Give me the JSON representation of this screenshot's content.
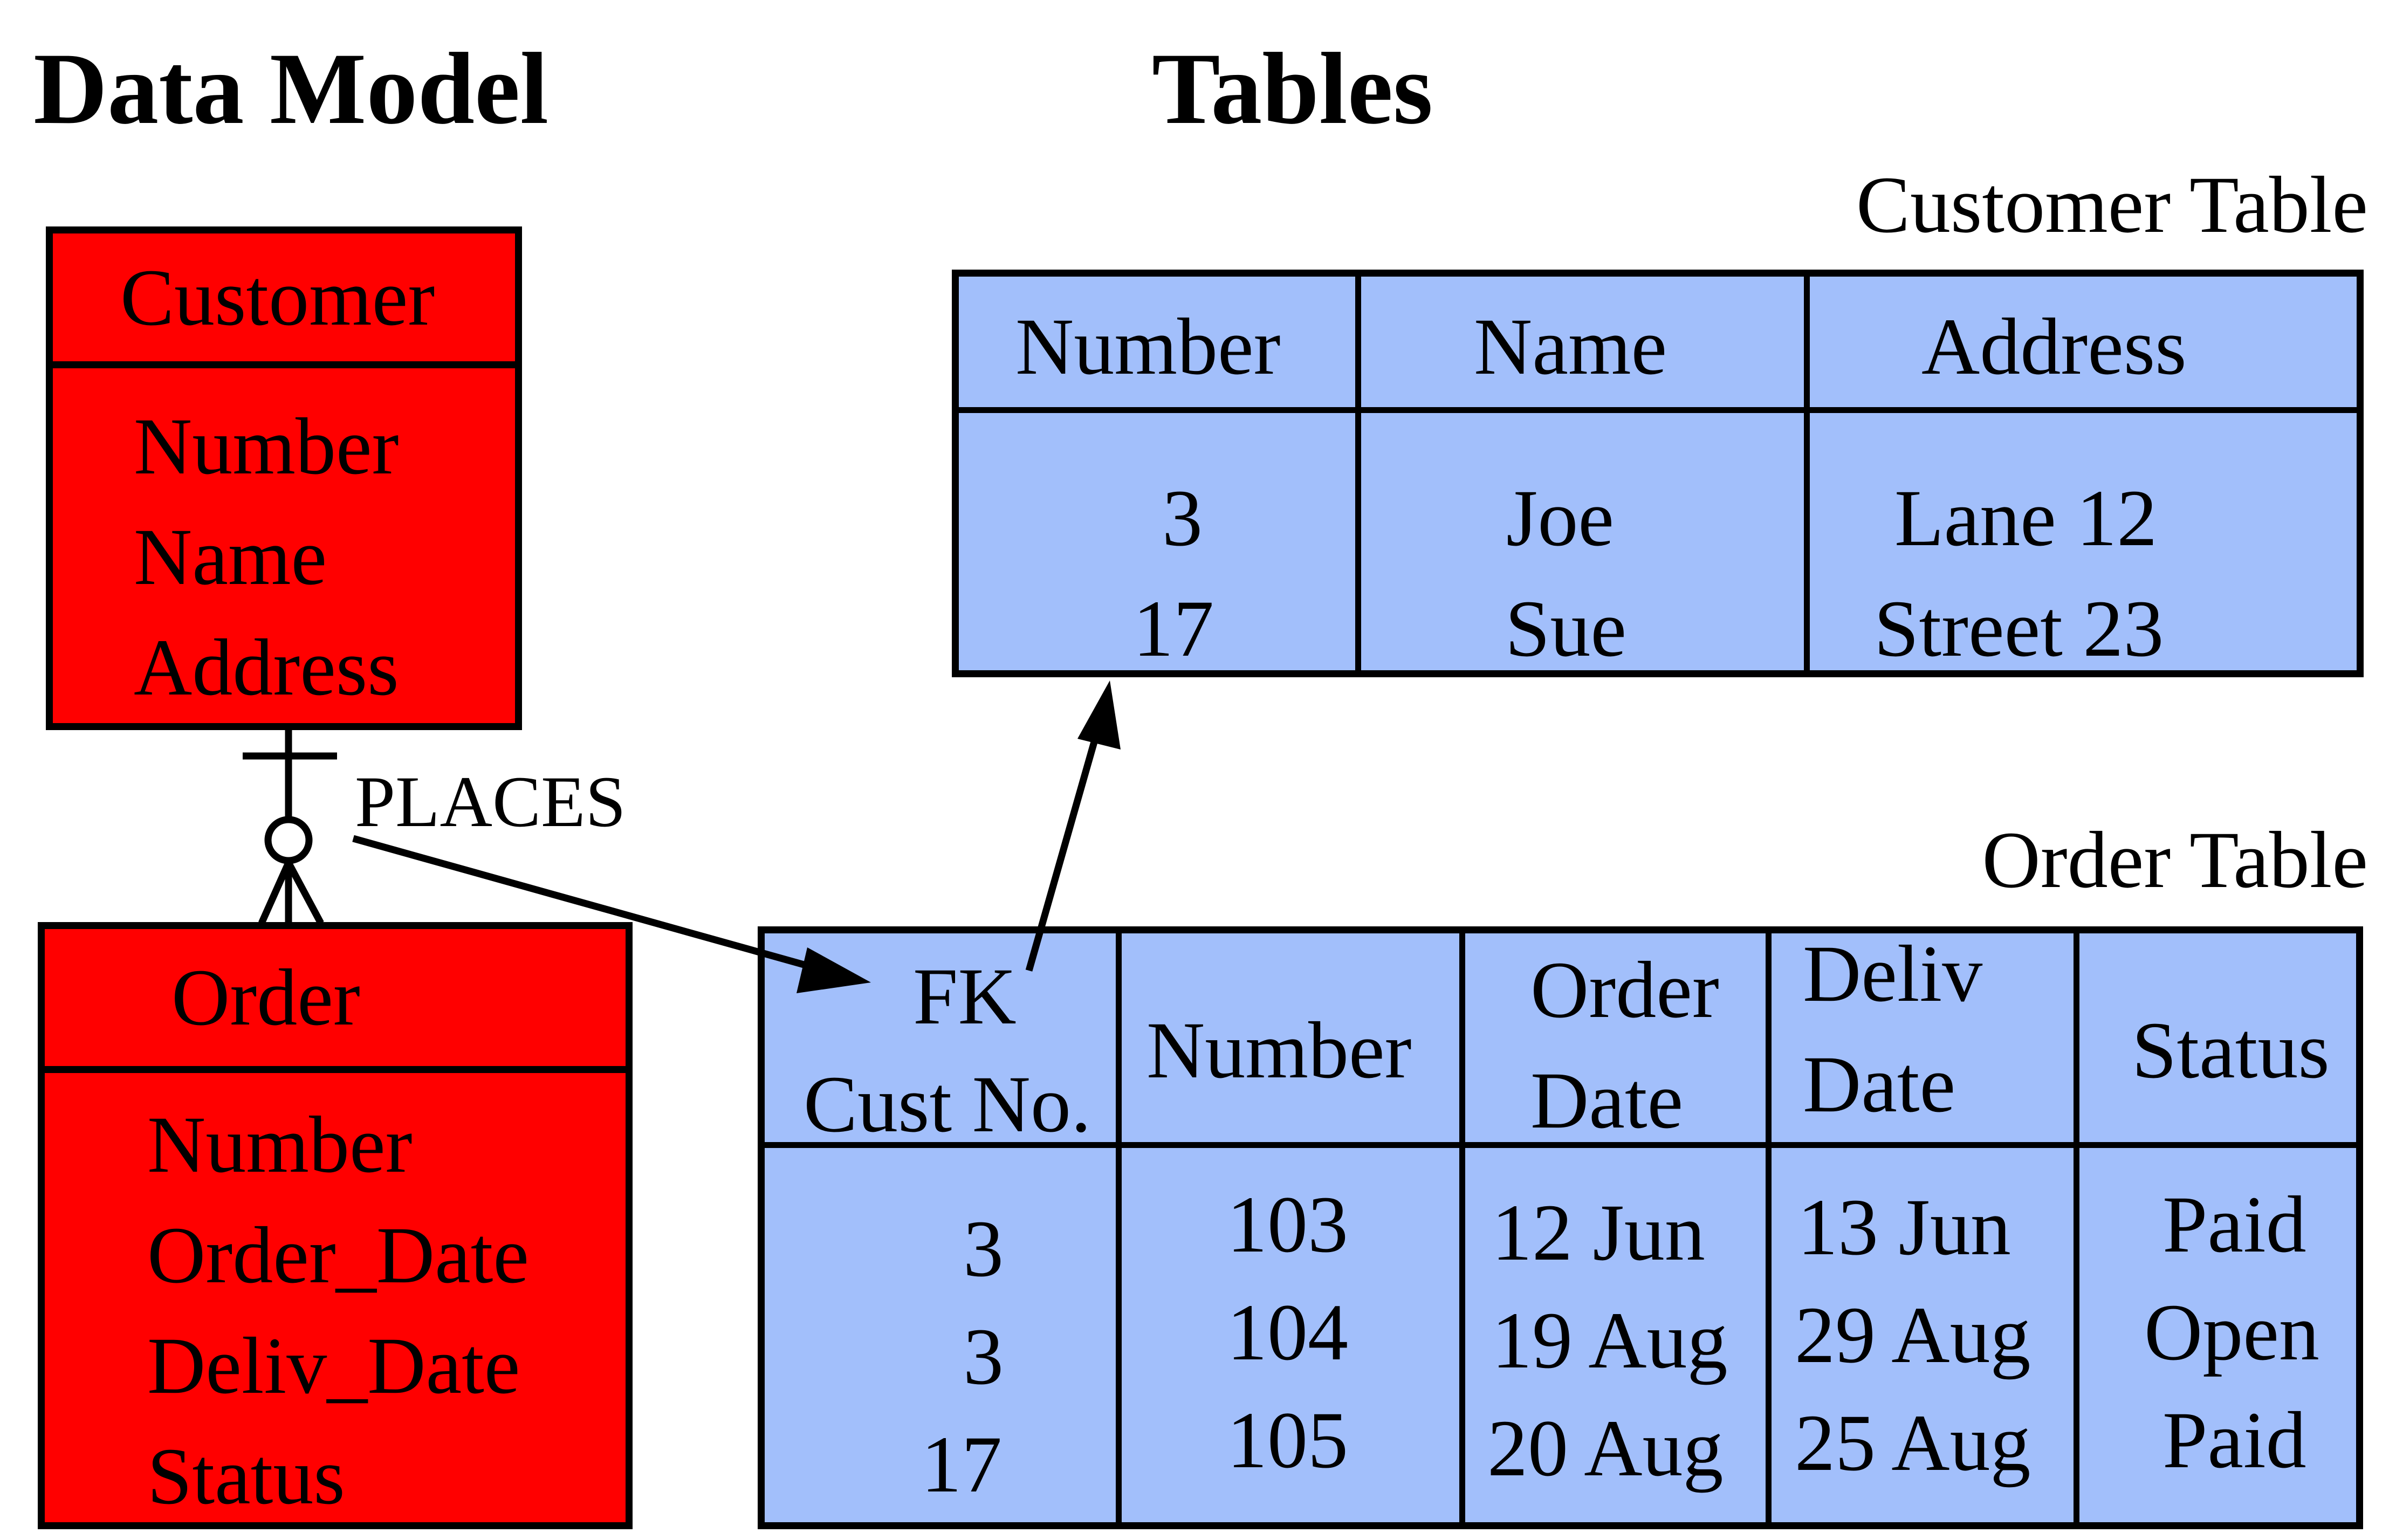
{
  "headings": {
    "data_model": "Data Model",
    "tables": "Tables"
  },
  "entities": {
    "customer": {
      "name": "Customer",
      "attributes": [
        "Number",
        "Name",
        "Address"
      ]
    },
    "order": {
      "name": "Order",
      "attributes": [
        "Number",
        "Order_Date",
        "Deliv_Date",
        "Status"
      ]
    }
  },
  "relationship": {
    "label": "PLACES"
  },
  "customer_table": {
    "caption": "Customer Table",
    "columns": [
      "Number",
      "Name",
      "Address"
    ],
    "rows": [
      [
        "3",
        "Joe",
        "Lane 12"
      ],
      [
        "17",
        "Sue",
        "Street 23"
      ]
    ]
  },
  "order_table": {
    "caption": "Order Table",
    "columns": [
      [
        "FK",
        "Cust No."
      ],
      [
        "Number"
      ],
      [
        "Order",
        "Date"
      ],
      [
        "Deliv",
        "Date"
      ],
      [
        "Status"
      ]
    ],
    "rows": [
      [
        "3",
        "103",
        "12 Jun",
        "13 Jun",
        "Paid"
      ],
      [
        "3",
        "104",
        "19 Aug",
        "29 Aug",
        "Open"
      ],
      [
        "17",
        "105",
        "20 Aug",
        "25 Aug",
        "Paid"
      ]
    ]
  },
  "colors": {
    "entity_fill": "#ff0000",
    "table_fill": "#a2bffb",
    "line": "#000000"
  }
}
